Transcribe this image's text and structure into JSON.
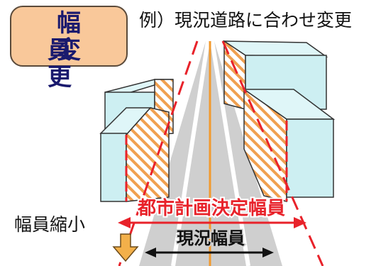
{
  "badge": {
    "line1": "幅　員",
    "line2": "変　更"
  },
  "caption": "例）現況道路に合わせ変更",
  "labels": {
    "planned_width": "都市計画決定幅員",
    "reduction": "幅員縮小",
    "current_width": "現況幅員"
  },
  "colors": {
    "badge_fill": "#f9c89a",
    "badge_text": "#1a1a6e",
    "building_fill": "#cdeff2",
    "hatch": "#f0a050",
    "road": "#cfcfcf",
    "lane_white": "#ffffff",
    "centerline": "#f29a2e",
    "planned_line": "#e8222a",
    "arrow_down": "#f3b04a"
  }
}
